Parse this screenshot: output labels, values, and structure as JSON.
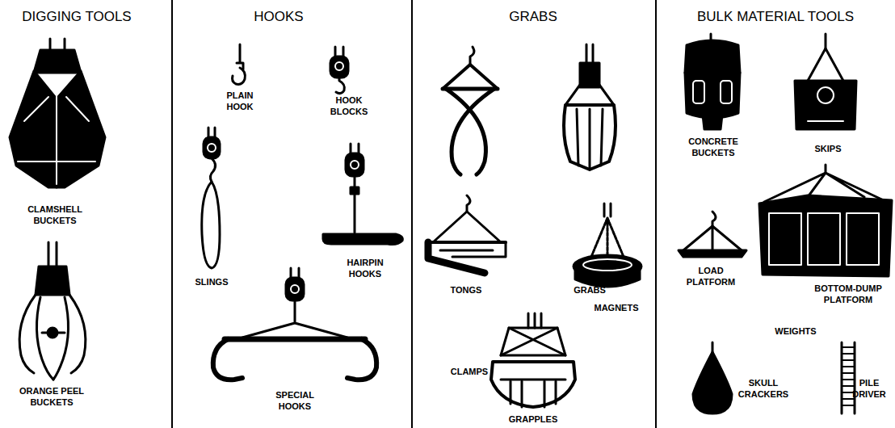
{
  "diagram": {
    "labels": [
      "DIGGING TOOLS",
      "HOOKS",
      "GRABS",
      "BULK MATERIAL TOOLS",
      "CLAMSHELL BUCKETS",
      "ORANGE PEEL BUCKETS",
      "PLAIN HOOK",
      "HOOK BLOCKS",
      "SLINGS",
      "HAIRPIN HOOKS",
      "SPECIAL HOOKS",
      "TONGS",
      "GRABS",
      "CLAMPS",
      "MAGNETS",
      "GRAPPLES",
      "CONCRETE BUCKETS",
      "SKIPS",
      "LOAD PLATFORM",
      "BOTTOM-DUMP PLATFORM",
      "WEIGHTS",
      "SKULL CRACKERS",
      "PILE DRIVER"
    ]
  }
}
